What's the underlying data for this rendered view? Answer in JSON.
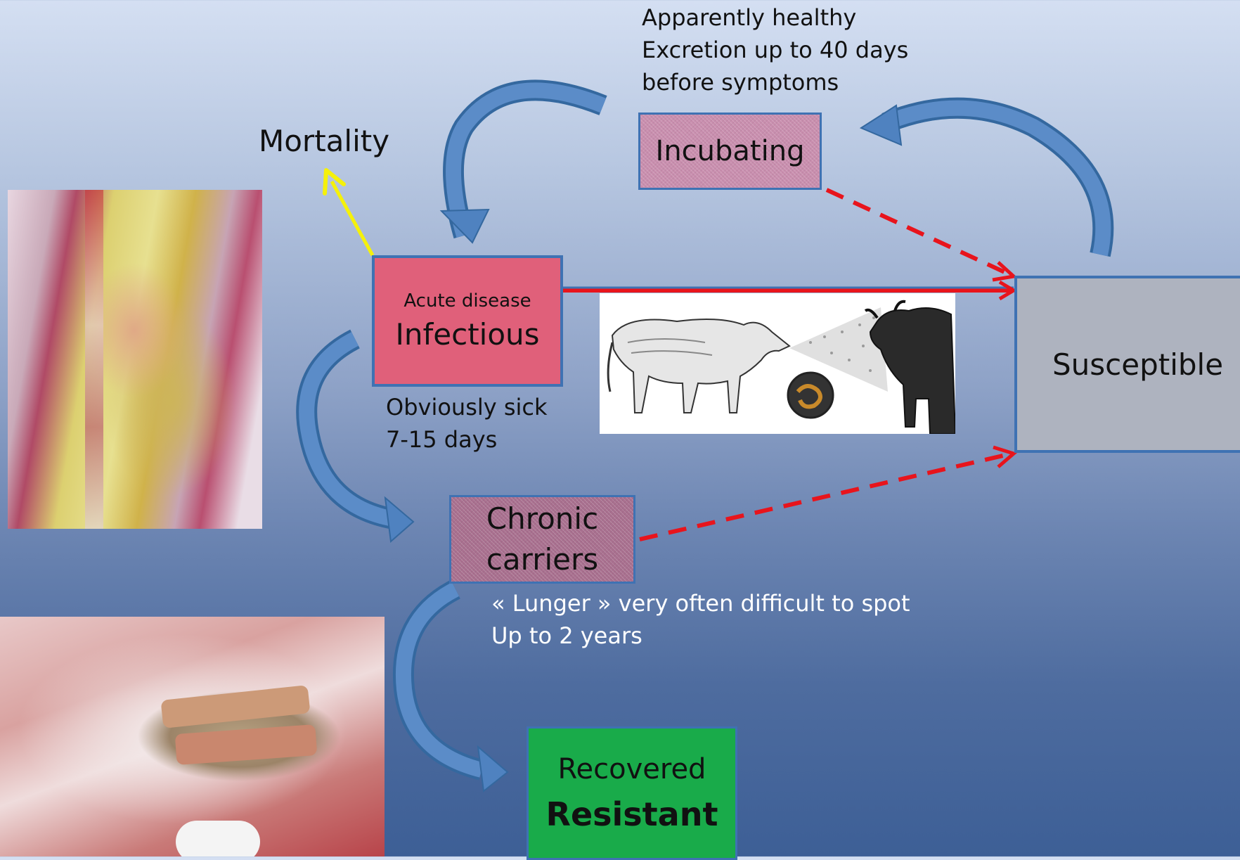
{
  "incubating": {
    "note_line1": "Apparently healthy",
    "note_line2": "Excretion up to 40 days",
    "note_line3": "before symptoms",
    "label": "Incubating"
  },
  "mortality": {
    "label": "Mortality"
  },
  "infectious": {
    "sublabel": "Acute disease",
    "label": "Infectious",
    "note_line1": "Obviously sick",
    "note_line2": "7-15 days"
  },
  "susceptible": {
    "label": "Susceptible"
  },
  "chronic": {
    "label_line1": "Chronic",
    "label_line2": "carriers",
    "note_line1": "« Lunger » very often difficult to spot",
    "note_line2": "Up to 2 years"
  },
  "recovered": {
    "label_line1": "Recovered",
    "label_line2": "Resistant"
  },
  "colors": {
    "flow_arrow": "#3f72b3",
    "transmission_arrow": "#e8141c",
    "mortality_arrow": "#f5f10a",
    "infectious_box": "#e0607a",
    "incubating_box": "#c98eae",
    "chronic_box": "#a9708f",
    "susceptible_box": "#aeb3bf",
    "recovered_box": "#19ab4a"
  }
}
